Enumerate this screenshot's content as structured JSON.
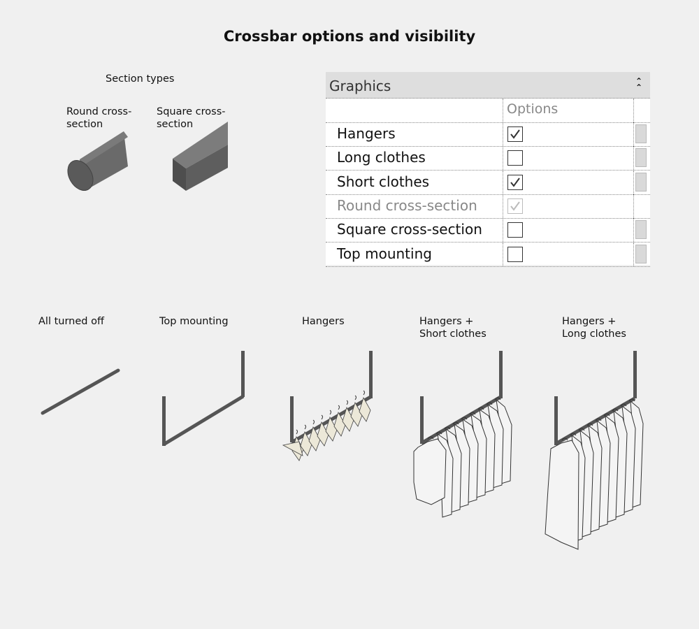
{
  "page": {
    "title": "Crossbar options and visibility"
  },
  "section_types": {
    "heading": "Section types",
    "round_label": "Round cross-\nsection",
    "square_label": "Square cross-\nsection"
  },
  "graphics_panel": {
    "title": "Graphics",
    "collapse_icon": "double-chevron-up-icon",
    "column_header": "Options",
    "rows": [
      {
        "label": "Hangers",
        "checked": true,
        "enabled": true
      },
      {
        "label": "Long clothes",
        "checked": false,
        "enabled": true
      },
      {
        "label": "Short clothes",
        "checked": true,
        "enabled": true
      },
      {
        "label": "Round cross-section",
        "checked": true,
        "enabled": false
      },
      {
        "label": "Square cross-section",
        "checked": false,
        "enabled": true
      },
      {
        "label": "Top mounting",
        "checked": false,
        "enabled": true
      }
    ]
  },
  "variants": [
    {
      "label": "All turned off"
    },
    {
      "label": "Top mounting"
    },
    {
      "label": "Hangers"
    },
    {
      "label": "Hangers +\nShort clothes"
    },
    {
      "label": "Hangers +\nLong clothes"
    }
  ],
  "colors": {
    "bar_dark": "#555555",
    "bar_light": "#777777",
    "hanger_fill": "#ece8d8",
    "cloth_fill": "#f4f4f4",
    "cloth_stroke": "#333333"
  }
}
